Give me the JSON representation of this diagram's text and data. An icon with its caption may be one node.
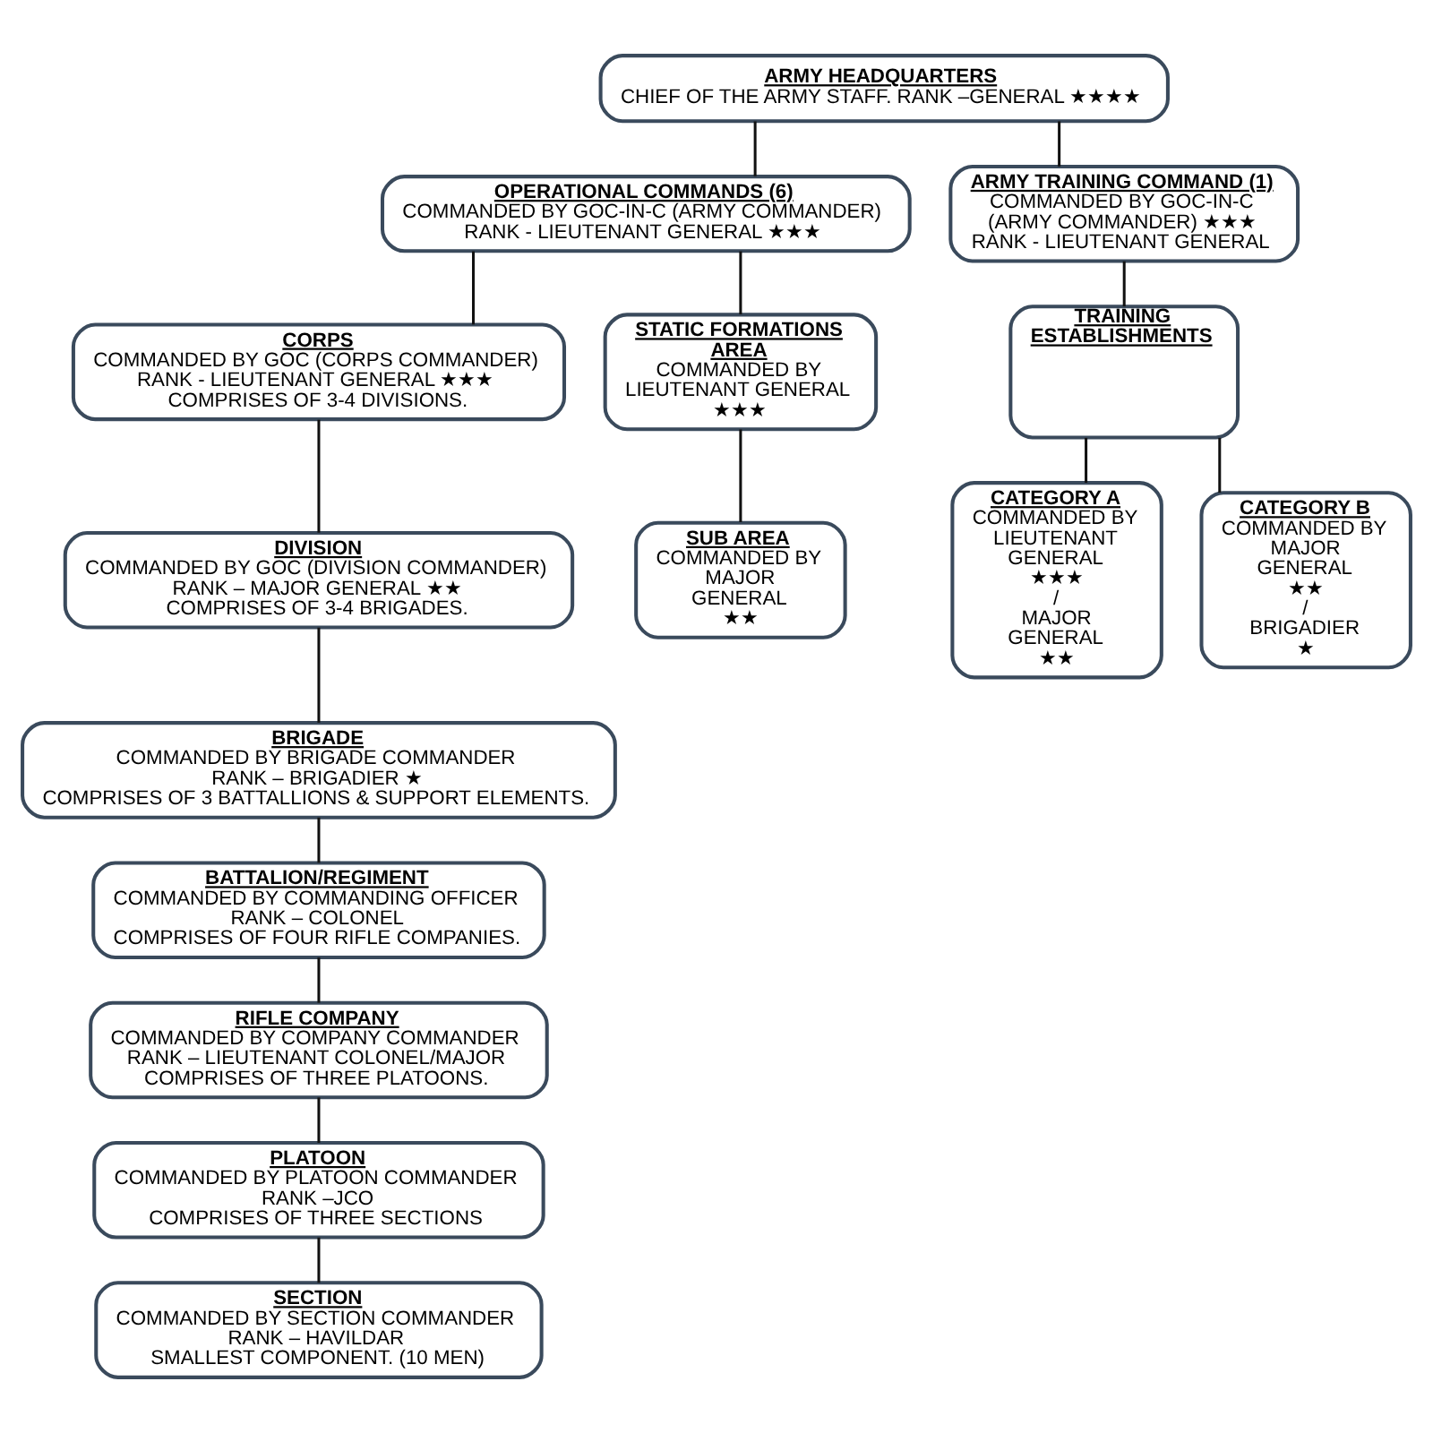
{
  "diagram": {
    "nodes": [
      {
        "text": [
          "ARMY HEADQUARTERS",
          "CHIEF OF THE ARMY STAFF. RANK –GENERAL ★★★★"
        ]
      },
      {
        "text": [
          "OPERATIONAL COMMANDS (6)",
          "COMMANDED BY GOC-IN-C (ARMY COMMANDER)",
          "RANK - LIEUTENANT GENERAL ★★★"
        ]
      },
      {
        "text": [
          "ARMY TRAINING COMMAND (1)",
          "COMMANDED BY GOC-IN-C (ARMY COMMANDER) ★★★",
          "RANK - LIEUTENANT GENERAL"
        ]
      },
      {
        "text": [
          "CORPS",
          "COMMANDED BY GOC (CORPS COMMANDER)",
          "RANK - LIEUTENANT GENERAL ★★★",
          "COMPRISES OF 3-4 DIVISIONS."
        ]
      },
      {
        "text": [
          "STATIC FORMATIONS AREA",
          "COMMANDED BY LIEUTENANT GENERAL",
          "★★★"
        ]
      },
      {
        "text": [
          "TRAINING ESTABLISHMENTS"
        ]
      },
      {
        "text": [
          "DIVISION",
          "COMMANDED BY GOC (DIVISION COMMANDER)",
          "RANK – MAJOR GENERAL ★★",
          "COMPRISES OF 3-4 BRIGADES."
        ]
      },
      {
        "text": [
          "SUB AREA",
          "COMMANDED BY MAJOR GENERAL",
          "★★"
        ]
      },
      {
        "text": [
          "CATEGORY A",
          "COMMANDED BY LIEUTENANT GENERAL",
          "★★★",
          "/",
          "MAJOR GENERAL",
          "★★"
        ]
      },
      {
        "text": [
          "CATEGORY B",
          "COMMANDED BY MAJOR GENERAL",
          "★★",
          "/",
          "BRIGADIER",
          "★"
        ]
      },
      {
        "text": [
          "BRIGADE",
          "COMMANDED BY BRIGADE COMMANDER",
          "RANK – BRIGADIER ★",
          "COMPRISES OF 3 BATTALLIONS & SUPPORT ELEMENTS."
        ]
      },
      {
        "text": [
          "BATTALION/REGIMENT",
          "COMMANDED BY COMMANDING OFFICER",
          "RANK – COLONEL",
          "COMPRISES OF FOUR RIFLE COMPANIES."
        ]
      },
      {
        "text": [
          "RIFLE COMPANY",
          "COMMANDED BY COMPANY COMMANDER",
          "RANK – LIEUTENANT COLONEL/MAJOR",
          "COMPRISES OF THREE PLATOONS."
        ]
      },
      {
        "text": [
          "PLATOON",
          "COMMANDED BY PLATOON COMMANDER",
          "RANK –JCO",
          "COMPRISES OF THREE SECTIONS"
        ]
      },
      {
        "text": [
          "SECTION",
          "COMMANDED BY SECTION COMMANDER",
          "RANK – HAVILDAR",
          "SMALLEST COMPONENT. (10 MEN)"
        ]
      }
    ],
    "edges": [
      {
        "from": 0,
        "to": 1,
        "arrow": "none"
      },
      {
        "from": 0,
        "to": 2,
        "arrow": "none"
      },
      {
        "from": 1,
        "to": 3,
        "arrow": "none"
      },
      {
        "from": 1,
        "to": 4,
        "arrow": "none"
      },
      {
        "from": 2,
        "to": 5,
        "arrow": "none"
      },
      {
        "from": 3,
        "to": 6,
        "arrow": "none"
      },
      {
        "from": 4,
        "to": 7,
        "arrow": "none"
      },
      {
        "from": 5,
        "to": 8,
        "arrow": "none"
      },
      {
        "from": 5,
        "to": 9,
        "arrow": "none"
      },
      {
        "from": 6,
        "to": 10,
        "arrow": "none"
      },
      {
        "from": 10,
        "to": 11,
        "arrow": "none"
      },
      {
        "from": 11,
        "to": 12,
        "arrow": "none"
      },
      {
        "from": 12,
        "to": 13,
        "arrow": "none"
      },
      {
        "from": 13,
        "to": 14,
        "arrow": "none"
      }
    ]
  }
}
